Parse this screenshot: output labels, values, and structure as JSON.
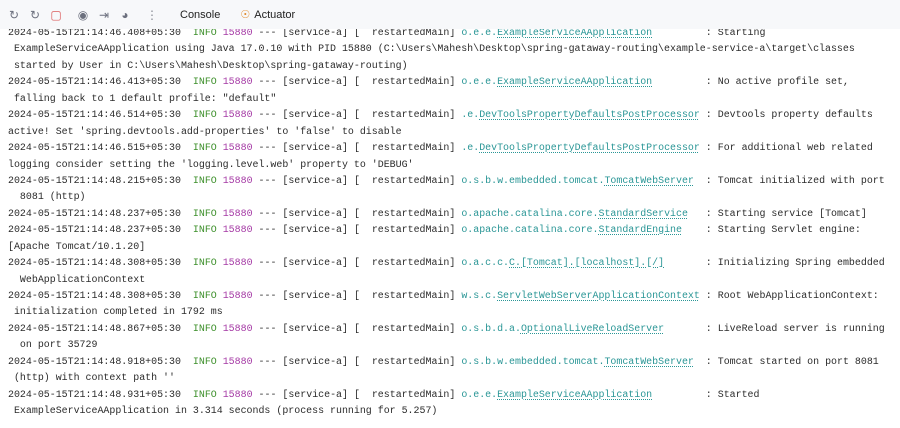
{
  "toolbar": {
    "icons": [
      "rerun-icon",
      "rerun-debug-icon",
      "stop-icon",
      "screenshot-icon",
      "restore-layout-icon",
      "profiler-icon",
      "more-icon"
    ],
    "tabs": [
      {
        "label": "Console"
      },
      {
        "label": "Actuator"
      }
    ]
  },
  "log": {
    "level": "INFO",
    "pid": "15880",
    "sep": "---",
    "app": "[service-a]",
    "thread": "[  restartedMain]",
    "entries": [
      {
        "ts": "2024-05-15T21:14:46.408+05:30",
        "pkg": "o.e.e.",
        "cls": "ExampleServiceAApplication",
        "msg": "Starting",
        "cont": [
          " ExampleServiceAApplication using Java 17.0.10 with PID 15880 (C:\\Users\\Mahesh\\Desktop\\spring-gataway-routing\\example-service-a\\target\\classes",
          " started by User in C:\\Users\\Mahesh\\Desktop\\spring-gataway-routing)"
        ]
      },
      {
        "ts": "2024-05-15T21:14:46.413+05:30",
        "pkg": "o.e.e.",
        "cls": "ExampleServiceAApplication",
        "msg": "No active profile set,",
        "cont": [
          " falling back to 1 default profile: \"default\""
        ]
      },
      {
        "ts": "2024-05-15T21:14:46.514+05:30",
        "pkg": ".e.",
        "cls": "DevToolsPropertyDefaultsPostProcessor",
        "msg": "Devtools property defaults",
        "cont": [
          "active! Set 'spring.devtools.add-properties' to 'false' to disable"
        ]
      },
      {
        "ts": "2024-05-15T21:14:46.515+05:30",
        "pkg": ".e.",
        "cls": "DevToolsPropertyDefaultsPostProcessor",
        "msg": "For additional web related",
        "cont": [
          "logging consider setting the 'logging.level.web' property to 'DEBUG'"
        ]
      },
      {
        "ts": "2024-05-15T21:14:48.215+05:30",
        "pkg": "o.s.b.w.embedded.tomcat.",
        "cls": "TomcatWebServer",
        "msg": "Tomcat initialized with port",
        "cont": [
          "  8081 (http)"
        ]
      },
      {
        "ts": "2024-05-15T21:14:48.237+05:30",
        "pkg": "o.apache.catalina.core.",
        "cls": "StandardService",
        "msg": "Starting service [Tomcat]",
        "cont": []
      },
      {
        "ts": "2024-05-15T21:14:48.237+05:30",
        "pkg": "o.apache.catalina.core.",
        "cls": "StandardEngine",
        "msg": "Starting Servlet engine:",
        "cont": [
          "[Apache Tomcat/10.1.20]"
        ]
      },
      {
        "ts": "2024-05-15T21:14:48.308+05:30",
        "pkg": "o.a.c.c.",
        "cls": "C.[Tomcat].[localhost].[/]",
        "msg": "Initializing Spring embedded",
        "cont": [
          "  WebApplicationContext"
        ]
      },
      {
        "ts": "2024-05-15T21:14:48.308+05:30",
        "pkg": "w.s.c.",
        "cls": "ServletWebServerApplicationContext",
        "msg": "Root WebApplicationContext:",
        "cont": [
          " initialization completed in 1792 ms"
        ]
      },
      {
        "ts": "2024-05-15T21:14:48.867+05:30",
        "pkg": "o.s.b.d.a.",
        "cls": "OptionalLiveReloadServer",
        "msg": "LiveReload server is running",
        "cont": [
          "  on port 35729"
        ]
      },
      {
        "ts": "2024-05-15T21:14:48.918+05:30",
        "pkg": "o.s.b.w.embedded.tomcat.",
        "cls": "TomcatWebServer",
        "msg": "Tomcat started on port 8081",
        "cont": [
          " (http) with context path ''"
        ]
      },
      {
        "ts": "2024-05-15T21:14:48.931+05:30",
        "pkg": "o.e.e.",
        "cls": "ExampleServiceAApplication",
        "msg": "Started",
        "cont": [
          " ExampleServiceAApplication in 3.314 seconds (process running for 5.257)"
        ]
      }
    ]
  }
}
